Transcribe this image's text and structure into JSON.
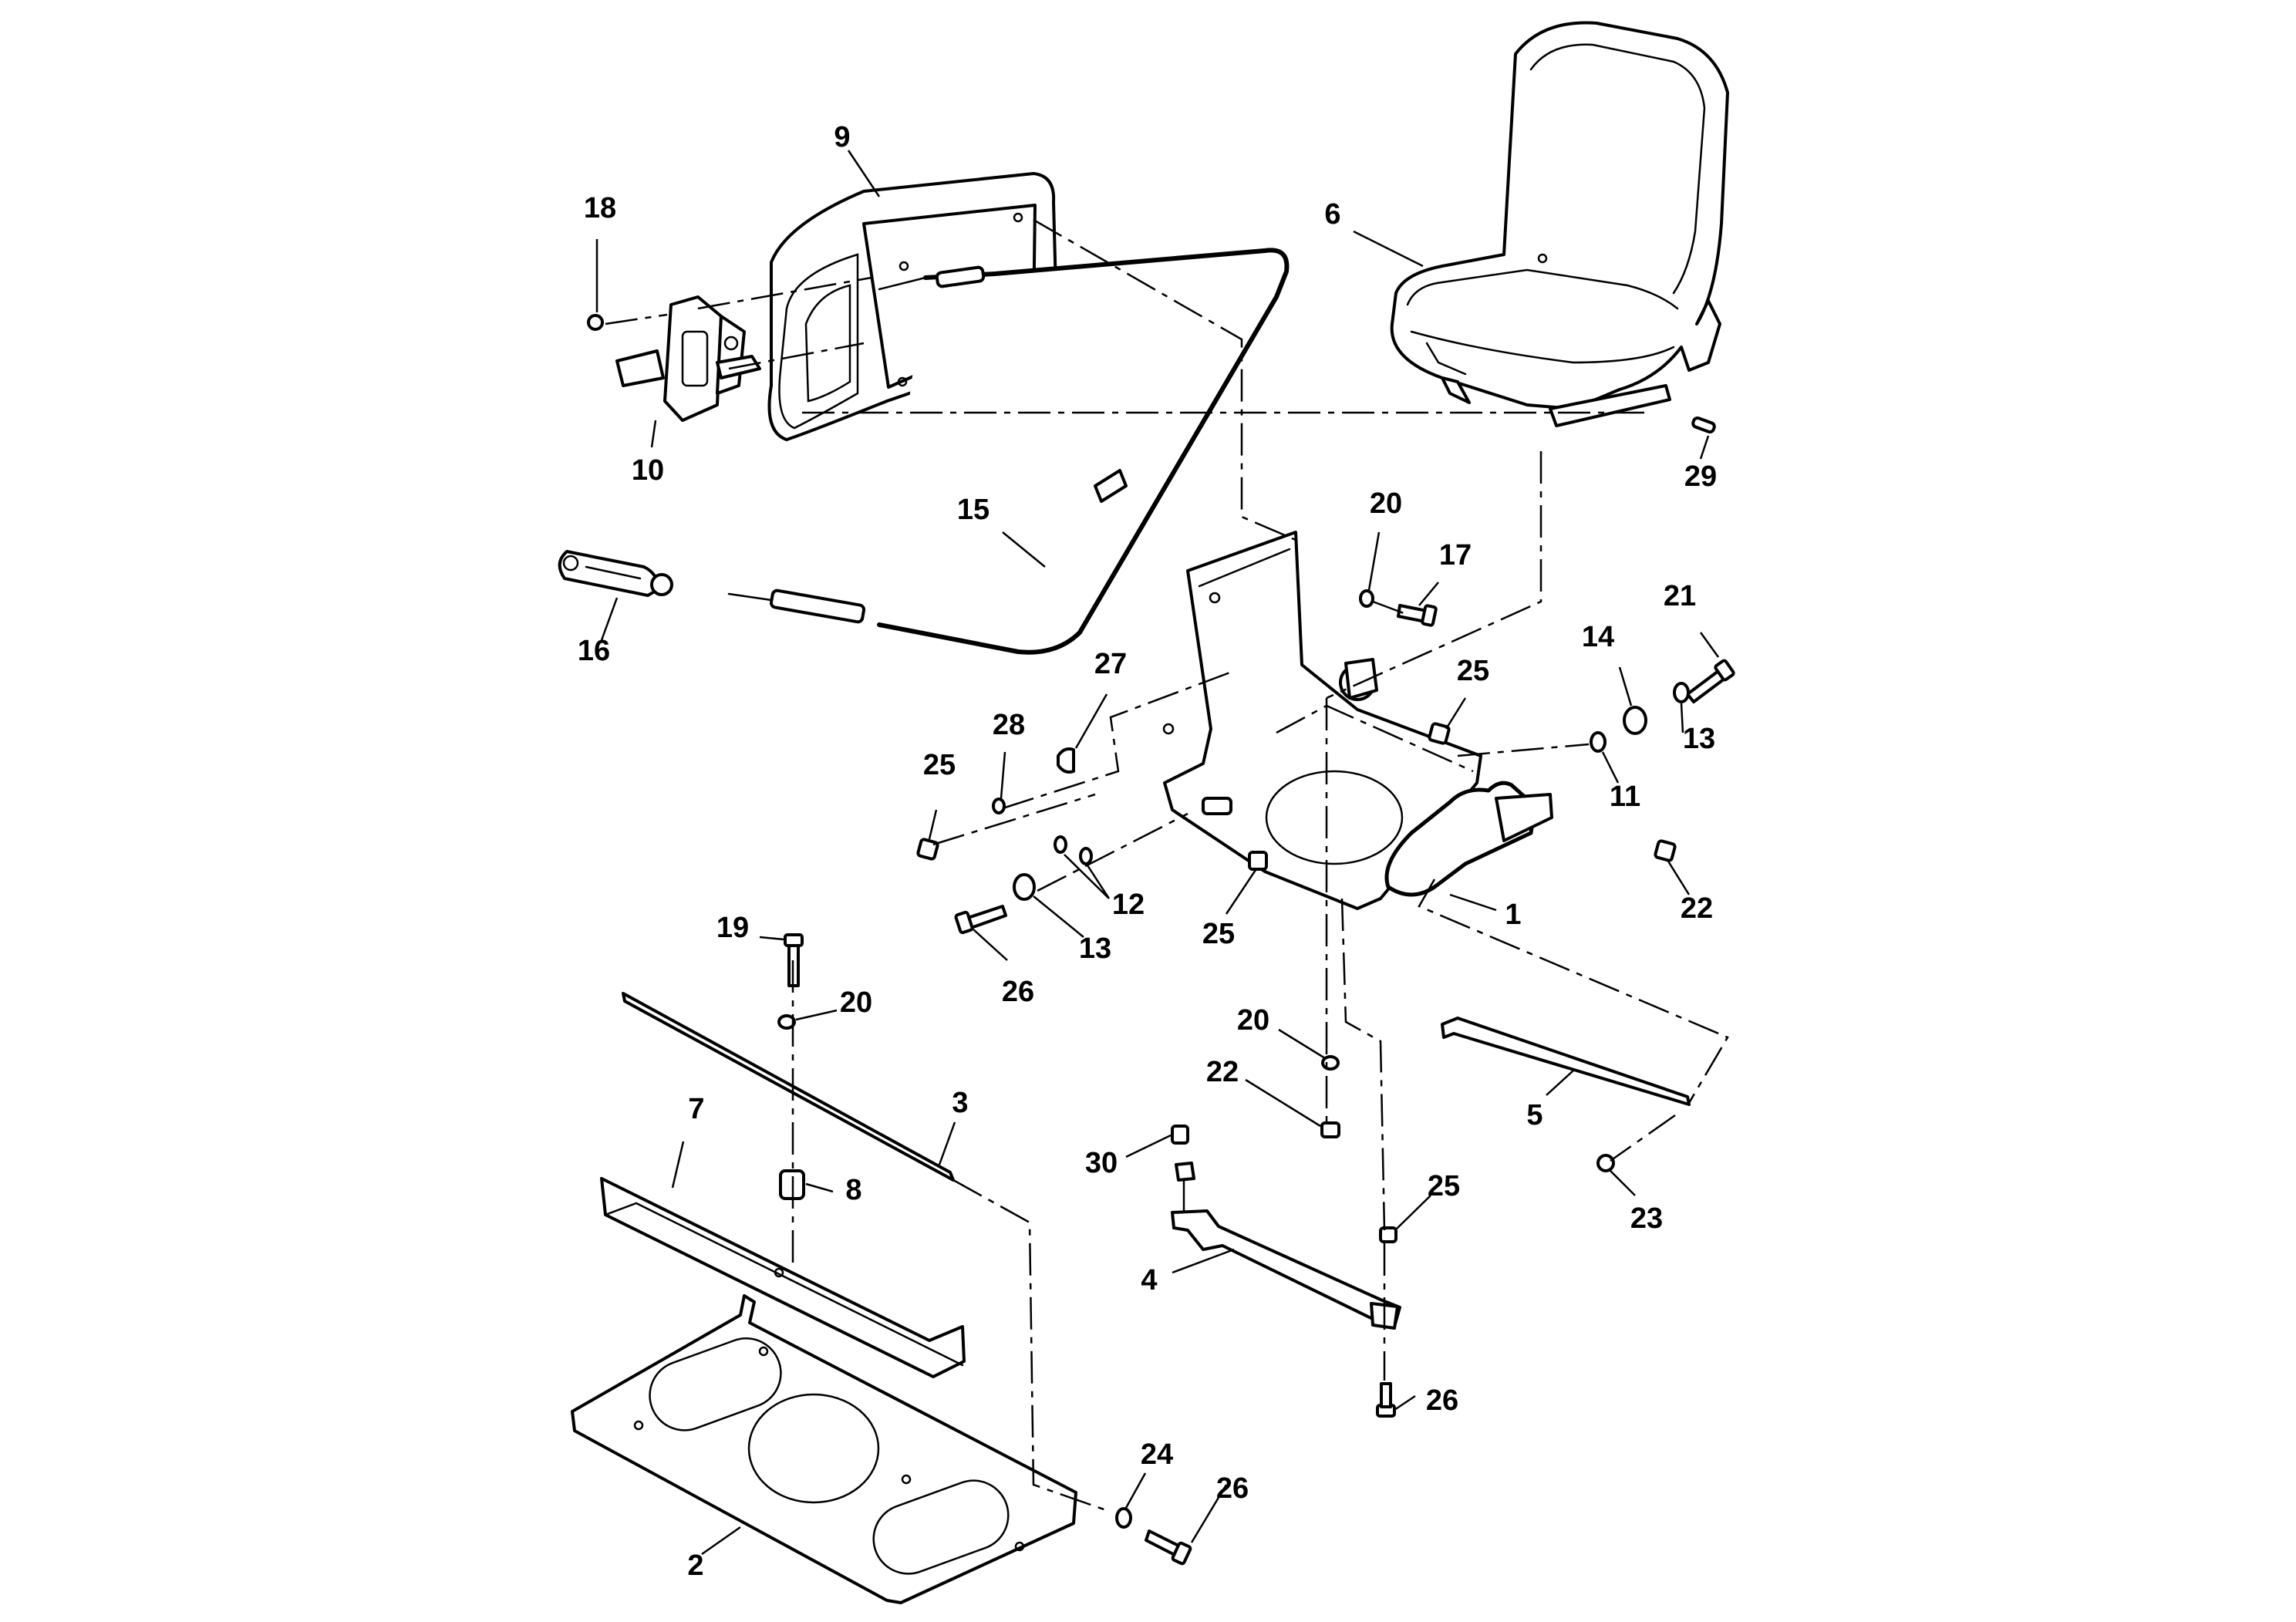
{
  "diagram": {
    "callouts": [
      {
        "id": "c-9",
        "label": "9"
      },
      {
        "id": "c-18",
        "label": "18"
      },
      {
        "id": "c-10",
        "label": "10"
      },
      {
        "id": "c-6",
        "label": "6"
      },
      {
        "id": "c-29",
        "label": "29"
      },
      {
        "id": "c-15",
        "label": "15"
      },
      {
        "id": "c-16",
        "label": "16"
      },
      {
        "id": "c-20a",
        "label": "20"
      },
      {
        "id": "c-17",
        "label": "17"
      },
      {
        "id": "c-21",
        "label": "21"
      },
      {
        "id": "c-14",
        "label": "14"
      },
      {
        "id": "c-13a",
        "label": "13"
      },
      {
        "id": "c-25a",
        "label": "25"
      },
      {
        "id": "c-27",
        "label": "27"
      },
      {
        "id": "c-28",
        "label": "28"
      },
      {
        "id": "c-25b",
        "label": "25"
      },
      {
        "id": "c-11",
        "label": "11"
      },
      {
        "id": "c-12",
        "label": "12"
      },
      {
        "id": "c-22a",
        "label": "22"
      },
      {
        "id": "c-1",
        "label": "1"
      },
      {
        "id": "c-13b",
        "label": "13"
      },
      {
        "id": "c-25c",
        "label": "25"
      },
      {
        "id": "c-26a",
        "label": "26"
      },
      {
        "id": "c-19",
        "label": "19"
      },
      {
        "id": "c-20b",
        "label": "20"
      },
      {
        "id": "c-20c",
        "label": "20"
      },
      {
        "id": "c-22b",
        "label": "22"
      },
      {
        "id": "c-5",
        "label": "5"
      },
      {
        "id": "c-3",
        "label": "3"
      },
      {
        "id": "c-7",
        "label": "7"
      },
      {
        "id": "c-8",
        "label": "8"
      },
      {
        "id": "c-30",
        "label": "30"
      },
      {
        "id": "c-25d",
        "label": "25"
      },
      {
        "id": "c-23",
        "label": "23"
      },
      {
        "id": "c-4",
        "label": "4"
      },
      {
        "id": "c-26b",
        "label": "26"
      },
      {
        "id": "c-24",
        "label": "24"
      },
      {
        "id": "c-26c",
        "label": "26"
      },
      {
        "id": "c-2",
        "label": "2"
      }
    ]
  }
}
